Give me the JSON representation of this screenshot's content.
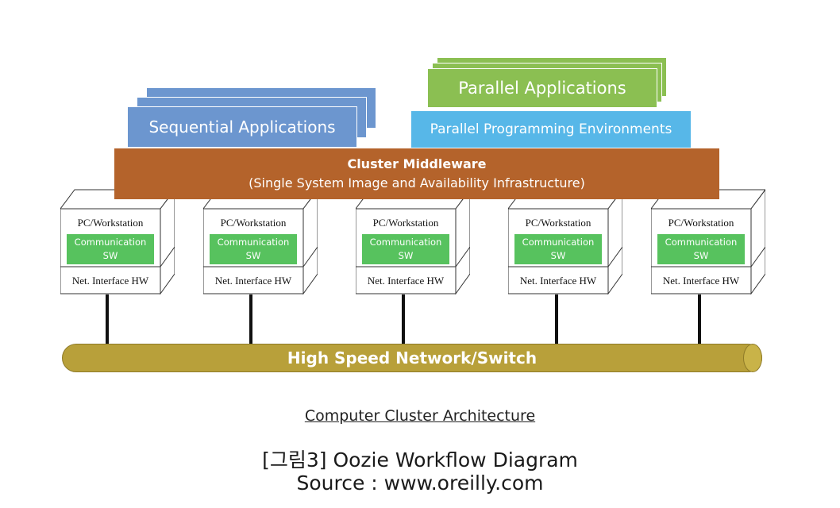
{
  "diagram": {
    "sequential_applications": "Sequential Applications",
    "parallel_applications": "Parallel Applications",
    "parallel_programming_environments": "Parallel Programming Environments",
    "middleware": {
      "title": "Cluster Middleware",
      "subtitle": "(Single System Image and Availability Infrastructure)"
    },
    "nodes": [
      {
        "pc": "PC/Workstation",
        "comm_line1": "Communication",
        "comm_line2": "SW",
        "nic": "Net. Interface HW"
      },
      {
        "pc": "PC/Workstation",
        "comm_line1": "Communication",
        "comm_line2": "SW",
        "nic": "Net. Interface HW"
      },
      {
        "pc": "PC/Workstation",
        "comm_line1": "Communication",
        "comm_line2": "SW",
        "nic": "Net. Interface HW"
      },
      {
        "pc": "PC/Workstation",
        "comm_line1": "Communication",
        "comm_line2": "SW",
        "nic": "Net. Interface HW"
      },
      {
        "pc": "PC/Workstation",
        "comm_line1": "Communication",
        "comm_line2": "SW",
        "nic": "Net. Interface HW"
      }
    ],
    "network": "High Speed Network/Switch",
    "figure_title": "Computer Cluster Architecture"
  },
  "caption": "[그림3] Oozie Workflow Diagram",
  "source": "Source : www.oreilly.com",
  "colors": {
    "sequential": "#6c96cf",
    "parallel": "#8bbf52",
    "environments": "#57b7e8",
    "middleware": "#b4632b",
    "communication": "#57c25e",
    "network": "#b8a03a"
  }
}
